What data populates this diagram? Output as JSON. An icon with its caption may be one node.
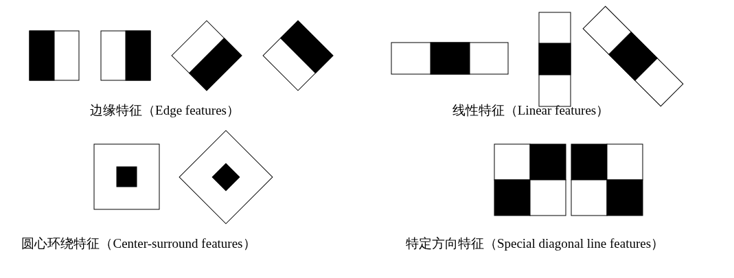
{
  "diagram": {
    "labels": [
      "边缘特征（Edge features）",
      "线性特征（Linear features）",
      "圆心环绕特征（Center-surround features）",
      "特定方向特征（Special diagonal line features）"
    ]
  }
}
